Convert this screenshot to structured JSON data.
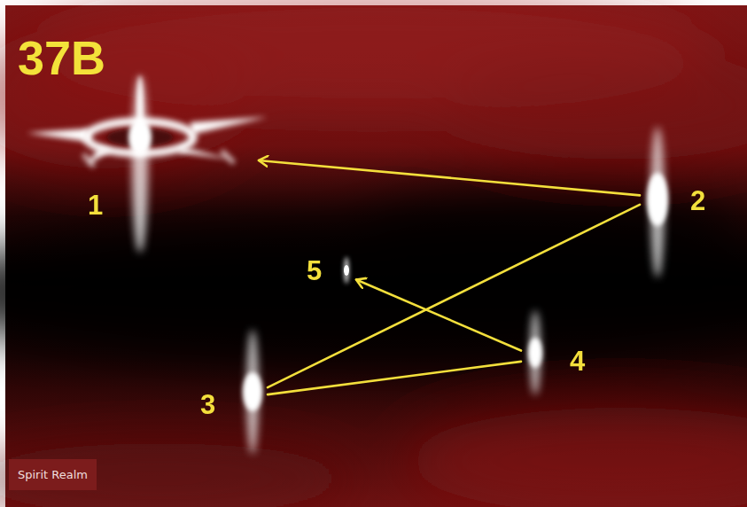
{
  "diagram": {
    "nodes": [
      {
        "text": [
          "1"
        ]
      },
      {
        "text": [
          "2"
        ]
      },
      {
        "text": [
          "3"
        ]
      },
      {
        "text": [
          "4"
        ]
      },
      {
        "text": [
          "5"
        ]
      }
    ],
    "edges": [
      {
        "from": 1,
        "to": 0,
        "arrow": "to"
      },
      {
        "from": 1,
        "to": 2,
        "arrow": "none"
      },
      {
        "from": 2,
        "to": 3,
        "arrow": "none"
      },
      {
        "from": 3,
        "to": 4,
        "arrow": "to"
      }
    ],
    "labels": [
      "37B",
      "Spirit Realm"
    ]
  }
}
